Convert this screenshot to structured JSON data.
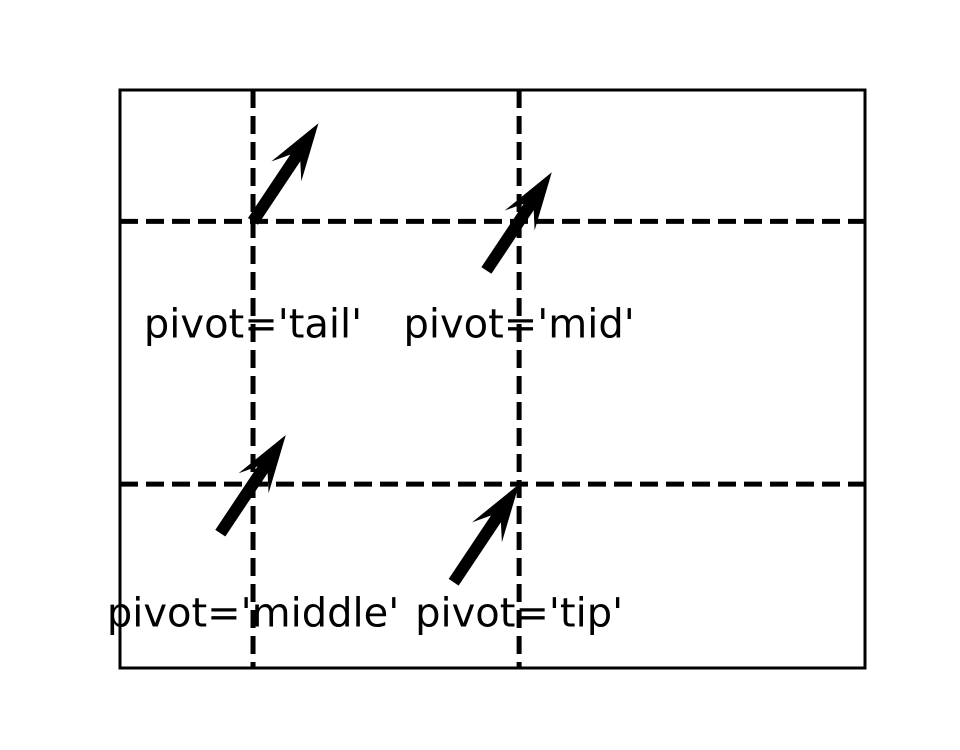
{
  "chart_data": {
    "type": "quiver",
    "title": "",
    "xlabel": "",
    "ylabel": "",
    "xlim": [
      0.5,
      3.3
    ],
    "ylim": [
      0.3,
      2.5
    ],
    "grid": false,
    "colors": {
      "arrow": "#000000",
      "guide_line": "#000000",
      "frame": "#000000",
      "background": "#ffffff"
    },
    "guide_lines": {
      "style": "dashed",
      "vertical_x": [
        1,
        2
      ],
      "horizontal_y": [
        1,
        2
      ]
    },
    "arrows": [
      {
        "pivot": "tail",
        "x": 1,
        "y": 2,
        "u": 1,
        "v": 1.5,
        "label": "pivot='tail'",
        "label_x": 1,
        "label_y": 1.6
      },
      {
        "pivot": "mid",
        "x": 2,
        "y": 2,
        "u": 1,
        "v": 1.5,
        "label": "pivot='mid'",
        "label_x": 2,
        "label_y": 1.6
      },
      {
        "pivot": "middle",
        "x": 1,
        "y": 1,
        "u": 1,
        "v": 1.5,
        "label": "pivot='middle'",
        "label_x": 1,
        "label_y": 0.5
      },
      {
        "pivot": "tip",
        "x": 2,
        "y": 1,
        "u": 1,
        "v": 1.5,
        "label": "pivot='tip'",
        "label_x": 2,
        "label_y": 0.5
      }
    ]
  }
}
